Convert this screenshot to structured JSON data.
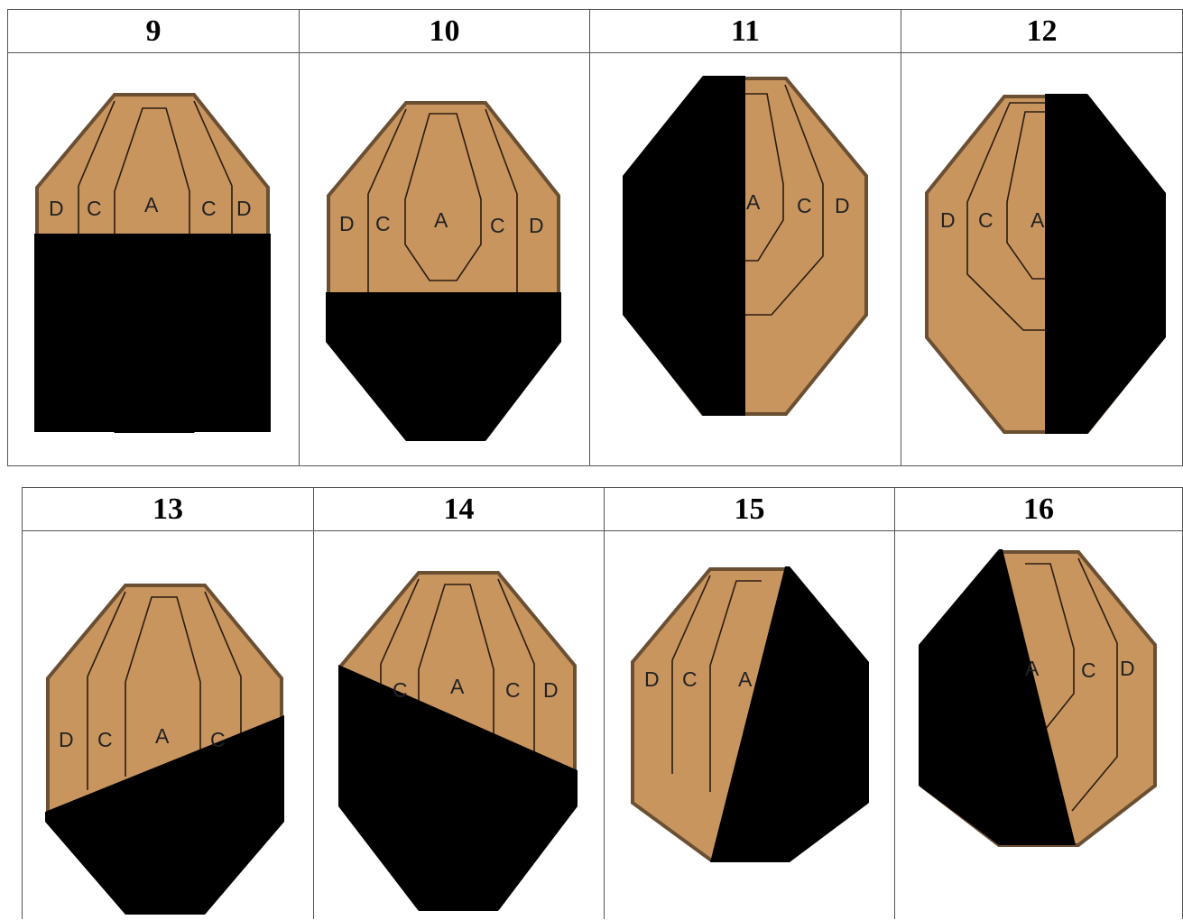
{
  "rows": [
    {
      "panels": [
        {
          "number": "9",
          "cover": "bottom",
          "labels": [
            "D",
            "C",
            "A",
            "C",
            "D"
          ]
        },
        {
          "number": "10",
          "cover": "bottom-lower",
          "labels": [
            "D",
            "C",
            "A",
            "C",
            "D"
          ]
        },
        {
          "number": "11",
          "cover": "left",
          "labels": [
            "A",
            "C",
            "D"
          ]
        },
        {
          "number": "12",
          "cover": "right",
          "labels": [
            "D",
            "C",
            "A"
          ]
        }
      ]
    },
    {
      "panels": [
        {
          "number": "13",
          "cover": "diagonal-bottom-rising",
          "labels": [
            "D",
            "C",
            "A",
            "C"
          ]
        },
        {
          "number": "14",
          "cover": "diagonal-bottom-falling",
          "labels": [
            "C",
            "A",
            "C",
            "D"
          ]
        },
        {
          "number": "15",
          "cover": "diagonal-right",
          "labels": [
            "D",
            "C",
            "A"
          ]
        },
        {
          "number": "16",
          "cover": "diagonal-left",
          "labels": [
            "A",
            "C",
            "D"
          ]
        }
      ]
    }
  ],
  "colors": {
    "target_fill": "#c9955f",
    "target_border": "#6b4f33",
    "no_shoot": "#000000",
    "zone_line": "#2b1d10"
  }
}
